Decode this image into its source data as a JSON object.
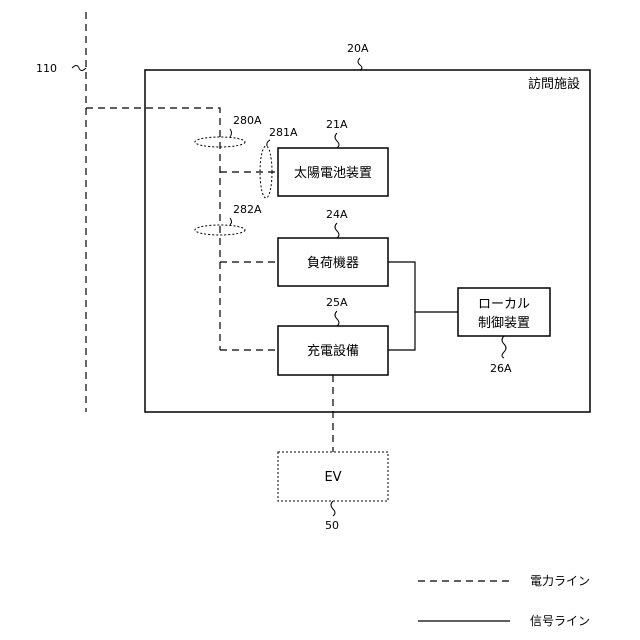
{
  "line_110": {
    "label": "110"
  },
  "facility": {
    "ref": "20A",
    "name": "訪問施設"
  },
  "taps": {
    "t280": "280A",
    "t281": "281A",
    "t282": "282A"
  },
  "solar": {
    "ref": "21A",
    "label": "太陽電池装置"
  },
  "load": {
    "ref": "24A",
    "label": "負荷機器"
  },
  "charger": {
    "ref": "25A",
    "label": "充電設備"
  },
  "controller": {
    "ref": "26A",
    "line1": "ローカル",
    "line2": "制御装置"
  },
  "ev": {
    "ref": "50",
    "label": "EV"
  },
  "legend": {
    "power_line": "電力ライン",
    "signal_line": "信号ライン"
  }
}
